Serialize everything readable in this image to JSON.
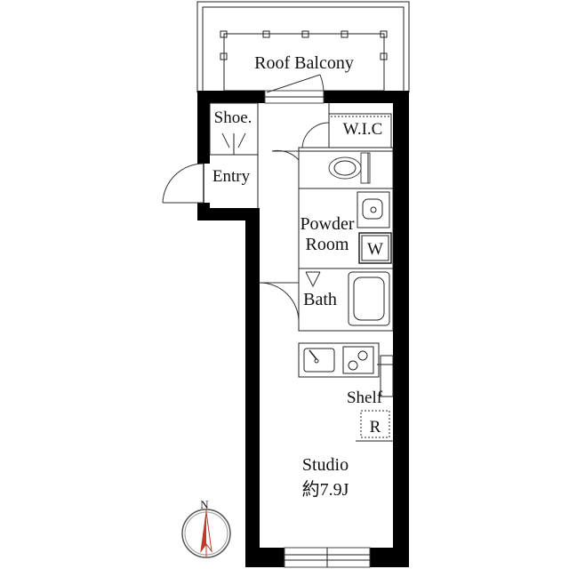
{
  "rooms": {
    "roof_balcony": "Roof Balcony",
    "shoe": "Shoe.",
    "wic": "W.I.C",
    "entry": "Entry",
    "powder_room_line1": "Powder",
    "powder_room_line2": "Room",
    "washer": "W",
    "bath": "Bath",
    "shelf": "Shelf",
    "fridge": "R",
    "studio": "Studio",
    "studio_area": "約7.9J"
  },
  "compass": {
    "north": "N"
  },
  "colors": {
    "wall": "#000000",
    "line": "#222222",
    "background": "#ffffff"
  }
}
